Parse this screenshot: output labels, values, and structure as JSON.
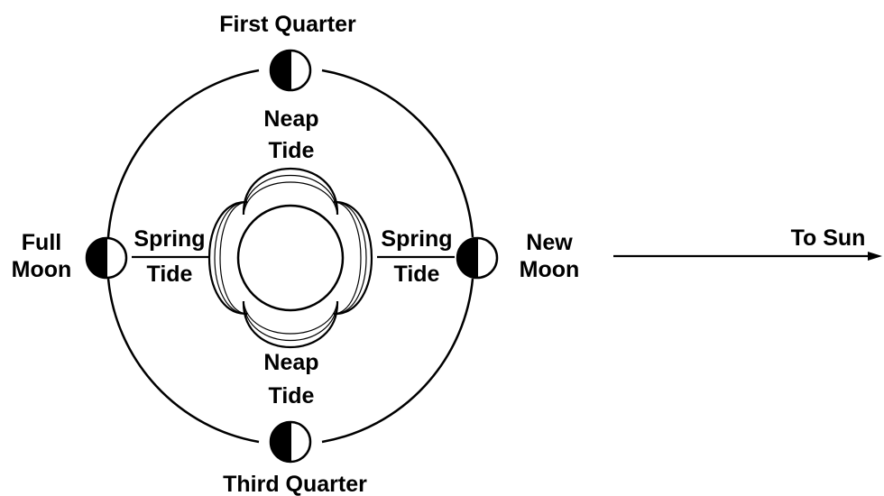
{
  "labels": {
    "first_quarter": "First Quarter",
    "third_quarter": "Third Quarter",
    "full_moon_line1": "Full",
    "full_moon_line2": "Moon",
    "new_moon_line1": "New",
    "new_moon_line2": "Moon",
    "neap_top_line1": "Neap",
    "neap_top_line2": "Tide",
    "neap_bottom_line1": "Neap",
    "neap_bottom_line2": "Tide",
    "spring_left_line1": "Spring",
    "spring_left_line2": "Tide",
    "spring_right_line1": "Spring",
    "spring_right_line2": "Tide",
    "to_sun": "To Sun"
  },
  "colors": {
    "ink": "#000000",
    "paper": "#ffffff"
  }
}
